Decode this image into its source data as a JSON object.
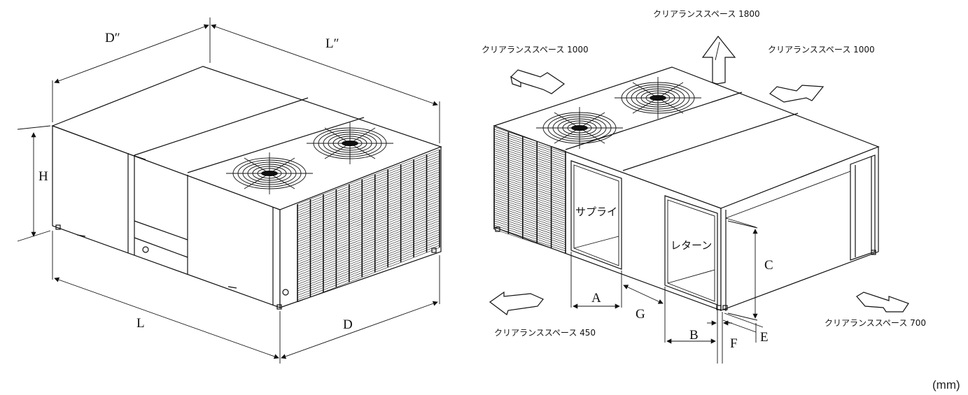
{
  "left_view": {
    "dims": {
      "depth_top": "D″",
      "length_top": "L″",
      "height": "H",
      "length": "L",
      "depth": "D"
    }
  },
  "right_view": {
    "openings": {
      "supply": "サプライ",
      "return": "レターン"
    },
    "dims": {
      "a": "A",
      "g": "G",
      "b": "B",
      "f": "F",
      "c": "C",
      "e": "E"
    },
    "clearances": {
      "top": "クリアランススペース  1800",
      "upper_left": "クリアランススペース  1000",
      "upper_right": "クリアランススペース  1000",
      "bottom_left": "クリアランススペース  450",
      "bottom_right": "クリアランススペース  700"
    }
  },
  "unit": "(mm)",
  "colors": {
    "line": "#111111",
    "background": "#ffffff"
  }
}
